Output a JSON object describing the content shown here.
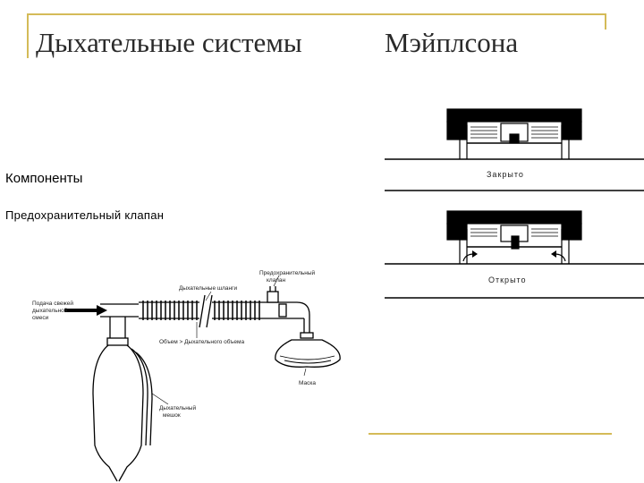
{
  "title": {
    "left": "Дыхательные системы",
    "right": "Мэйплсона"
  },
  "section": {
    "heading": "Компоненты",
    "subheading": "Предохранительный клапан"
  },
  "circuit": {
    "labels": {
      "fresh_gas": [
        "Подача свежей",
        "дыхательной",
        "смеси"
      ],
      "tubes": "Дыхательные шланги",
      "valve": [
        "Предохранительный",
        "клапан"
      ],
      "volume": "Объем > Дыхательного объема",
      "mask": "Маска",
      "bag": [
        "Дыхательный",
        "мешок"
      ]
    }
  },
  "valve_states": {
    "closed": "Закрыто",
    "open": "Открыто"
  },
  "colors": {
    "frame_accent": "#d4bb58",
    "drawing": "#000000"
  }
}
